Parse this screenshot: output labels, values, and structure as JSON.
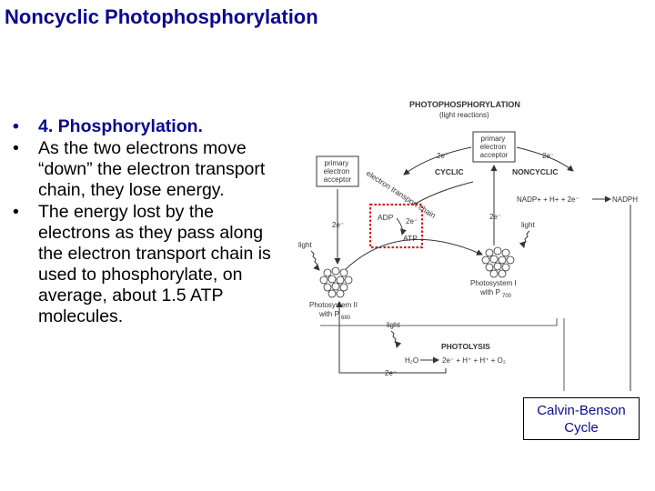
{
  "slide": {
    "title": "Noncyclic Photophosphorylation",
    "bullets": [
      "4. Phosphorylation.",
      "As the two electrons move “down” the electron transport chain, they lose energy.",
      "The energy lost by the electrons as they pass along the electron transport chain is used to phosphorylate, on average, about 1.5 ATP molecules."
    ],
    "bullet_glyph": "•"
  },
  "diagram": {
    "heading": "PHOTOPHOSPHORYLATION",
    "subheading": "(light reactions)",
    "primary_acceptor_top": [
      "primary",
      "electron",
      "acceptor"
    ],
    "primary_acceptor_left": [
      "primary",
      "electron",
      "acceptor"
    ],
    "cyclic": "CYCLIC",
    "noncyclic": "NONCYCLIC",
    "electron_2e_1": "2e⁻",
    "electron_2e_2": "2e⁻",
    "electron_2e_3": "2e⁻",
    "electron_2e_4": "2e⁻",
    "electron_2e_5": "2e⁻",
    "electron_2e_6": "2e⁻",
    "nadph_equation_left": "NADP+ + H+ + 2e⁻",
    "nadph_product": "NADPH",
    "etc_label": "electron transport chain",
    "adp": "ADP",
    "atp": "ATP",
    "light_1": "light",
    "light_2": "light",
    "light_3": "light",
    "photosystem2_line1": "Photosystem II",
    "photosystem2_line2": "with P",
    "photosystem2_sub": "680",
    "photosystem1_line1": "Photosystem I",
    "photosystem1_line2": "with P",
    "photosystem1_sub": "700",
    "photolysis": "PHOTOLYSIS",
    "h2o": "H₂O",
    "photolysis_products": "2e⁻ + H⁺ + H⁺ + O₂",
    "calvin_line1": "Calvin-Benson",
    "calvin_line2": "Cycle"
  },
  "colors": {
    "title": "#0a0a8c",
    "atp_box": "#d42020",
    "diagram_ink": "#333333"
  }
}
